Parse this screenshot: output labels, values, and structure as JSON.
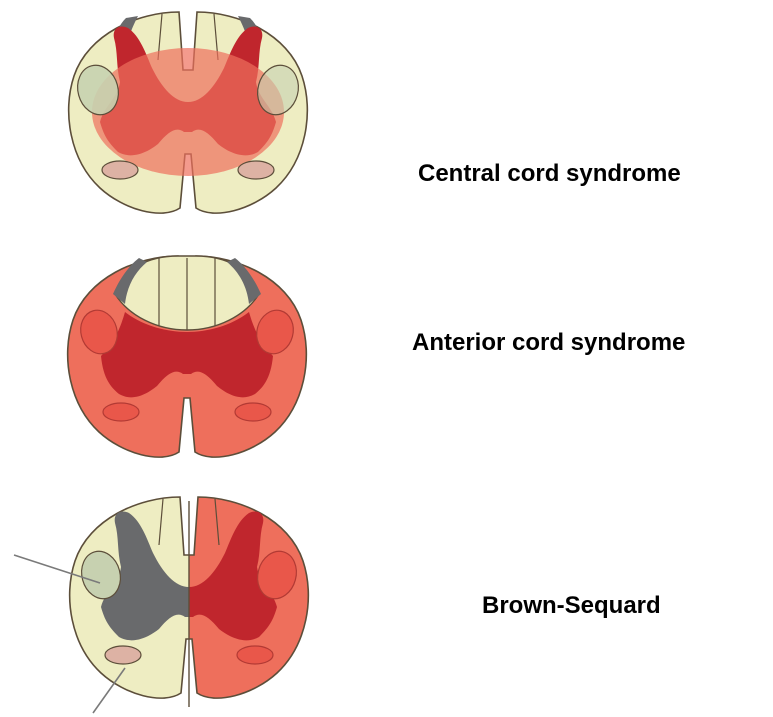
{
  "diagram": {
    "panels": [
      {
        "id": "central",
        "label": "Central cord syndrome"
      },
      {
        "id": "anterior",
        "label": "Anterior cord syndrome"
      },
      {
        "id": "brown",
        "label": "Brown-Sequard"
      }
    ]
  },
  "colors": {
    "white_matter": "#EEEDC2",
    "gray_matter": "#696A6C",
    "lesion_gray": "#C0262D",
    "lesion_white": "#EE6F5C",
    "tract_light": "#C7D1B0",
    "tract_pink": "#DDB2A4",
    "outline": "#5C4E3A",
    "pointer": "#7A7A7A"
  }
}
